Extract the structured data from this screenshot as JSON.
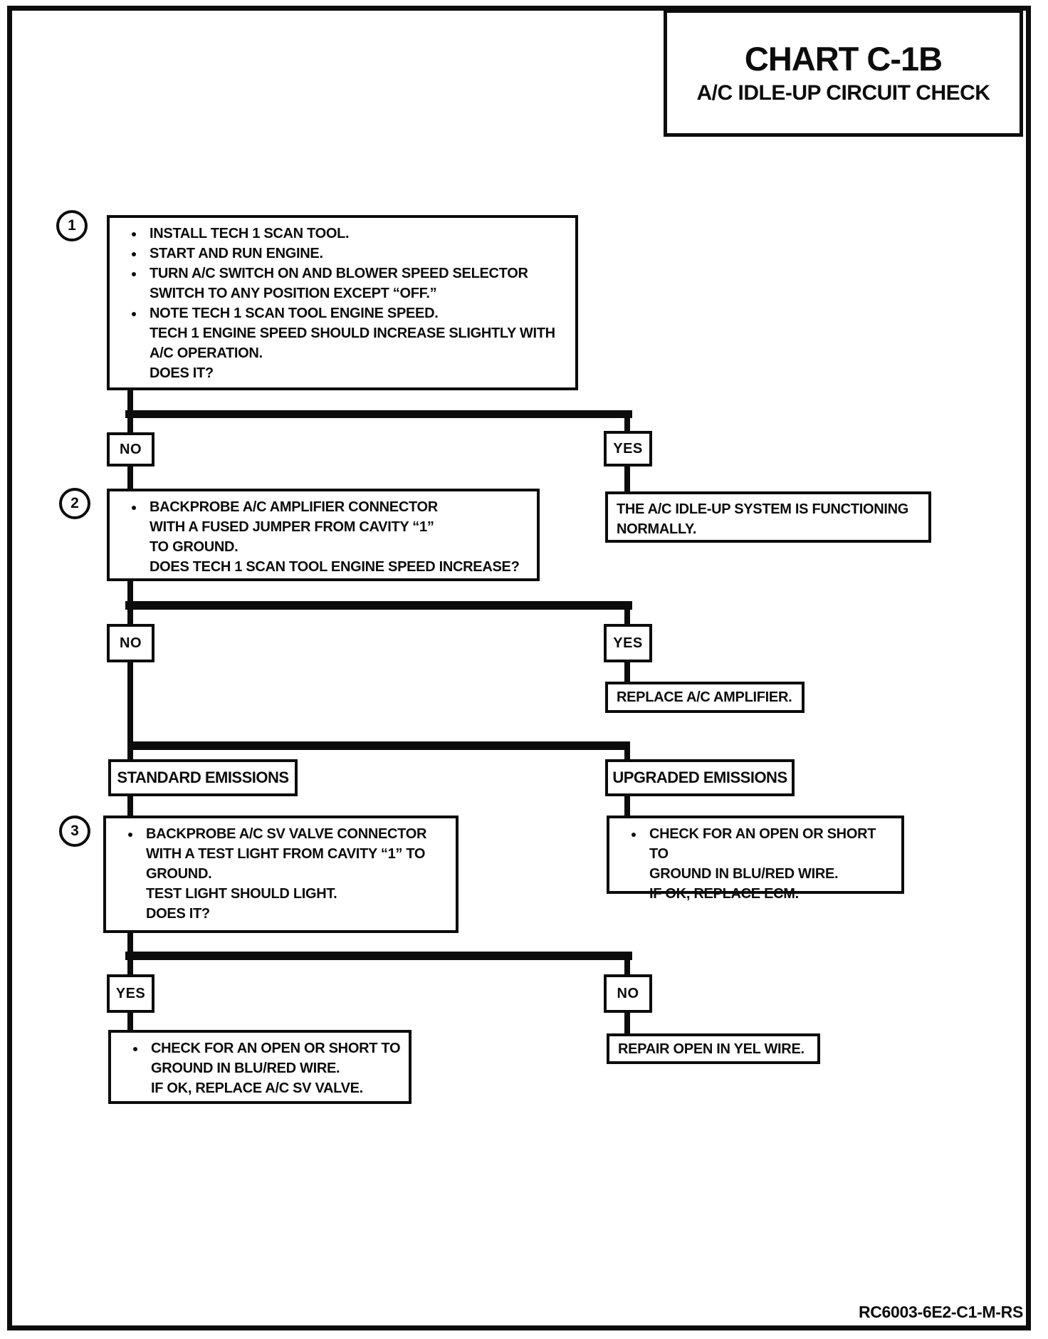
{
  "glyphs": {
    "bullet": "●"
  },
  "colors": {
    "ink": "#0c0c0c",
    "paper": "#ffffff"
  },
  "header": {
    "title": "CHART C-1B",
    "subtitle": "A/C IDLE-UP CIRCUIT CHECK"
  },
  "footer": {
    "doc_code": "RC6003-6E2-C1-M-RS"
  },
  "steps": {
    "s1": {
      "number": "1"
    },
    "s2": {
      "number": "2"
    },
    "s3": {
      "number": "3"
    }
  },
  "nodes": {
    "box1": {
      "lines": [
        {
          "bullet": true,
          "text": "INSTALL TECH 1 SCAN TOOL."
        },
        {
          "bullet": true,
          "text": "START AND RUN ENGINE."
        },
        {
          "bullet": true,
          "text": "TURN A/C SWITCH ON AND BLOWER SPEED SELECTOR"
        },
        {
          "bullet": false,
          "text": "SWITCH TO ANY POSITION EXCEPT “OFF.”"
        },
        {
          "bullet": true,
          "text": "NOTE TECH 1 SCAN TOOL ENGINE SPEED."
        },
        {
          "bullet": false,
          "text": "TECH 1 ENGINE SPEED SHOULD INCREASE SLIGHTLY WITH"
        },
        {
          "bullet": false,
          "text": "A/C OPERATION."
        },
        {
          "bullet": false,
          "text": "DOES IT?"
        }
      ]
    },
    "no1": {
      "label": "NO"
    },
    "yes1": {
      "label": "YES"
    },
    "box2": {
      "lines": [
        {
          "bullet": true,
          "text": "BACKPROBE A/C AMPLIFIER CONNECTOR"
        },
        {
          "bullet": false,
          "text": "WITH A FUSED JUMPER FROM CAVITY “1”"
        },
        {
          "bullet": false,
          "text": "TO GROUND."
        },
        {
          "bullet": false,
          "text": "DOES TECH 1 SCAN TOOL ENGINE SPEED INCREASE?"
        }
      ]
    },
    "system_ok": {
      "lines": [
        {
          "bullet": false,
          "text": "THE A/C IDLE-UP SYSTEM IS FUNCTIONING"
        },
        {
          "bullet": false,
          "text": "NORMALLY."
        }
      ]
    },
    "no2": {
      "label": "NO"
    },
    "yes2": {
      "label": "YES"
    },
    "replace_amplifier": {
      "text": "REPLACE A/C AMPLIFIER."
    },
    "standard_emissions": {
      "text": "STANDARD EMISSIONS"
    },
    "upgraded_emissions": {
      "text": "UPGRADED EMISSIONS"
    },
    "box3": {
      "lines": [
        {
          "bullet": true,
          "text": "BACKPROBE A/C SV VALVE CONNECTOR"
        },
        {
          "bullet": false,
          "text": "WITH A TEST LIGHT FROM CAVITY “1” TO"
        },
        {
          "bullet": false,
          "text": "GROUND."
        },
        {
          "bullet": false,
          "text": "TEST LIGHT SHOULD LIGHT."
        },
        {
          "bullet": false,
          "text": "DOES IT?"
        }
      ]
    },
    "check_ecm": {
      "lines": [
        {
          "bullet": true,
          "text": "CHECK FOR AN OPEN OR SHORT TO"
        },
        {
          "bullet": false,
          "text": "GROUND IN BLU/RED WIRE."
        },
        {
          "bullet": false,
          "text": "IF OK, REPLACE ECM."
        }
      ]
    },
    "yes3": {
      "label": "YES"
    },
    "no3": {
      "label": "NO"
    },
    "check_sv_valve": {
      "lines": [
        {
          "bullet": true,
          "text": "CHECK FOR AN OPEN OR SHORT TO"
        },
        {
          "bullet": false,
          "text": "GROUND IN BLU/RED WIRE."
        },
        {
          "bullet": false,
          "text": "IF OK, REPLACE A/C SV VALVE."
        }
      ]
    },
    "repair_yel": {
      "text": "REPAIR OPEN IN YEL WIRE."
    }
  }
}
